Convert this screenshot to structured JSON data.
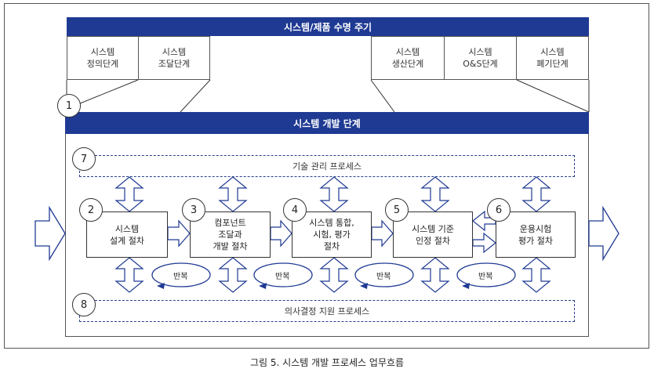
{
  "lifecycle_title": "시스템/제품 수명 주기",
  "lifecycle_left": [
    "시스템\n정의단계",
    "시스템\n조달단계"
  ],
  "lifecycle_right": [
    "시스템\n생산단계",
    "시스템\nO&S단계",
    "시스템\n폐기단계"
  ],
  "dev_title": "시스템 개발 단계",
  "step_numbers": [
    "1",
    "2",
    "3",
    "4",
    "5",
    "6",
    "7",
    "8"
  ],
  "tech_process": "기술 관리 프로세스",
  "decision_process": "의사결정 지원 프로세스",
  "procedures": [
    "시스템\n설계 절차",
    "컴포넌트\n조달과\n개발 절차",
    "시스템 통합,\n시험, 평가\n절차",
    "시스템 기준\n인정 절차",
    "운용시험\n평가 절차"
  ],
  "iteration_label": "반복",
  "caption": "그림 5. 시스템 개발 프로세스 업무흐름",
  "colors": {
    "bar": "#1f3a93",
    "dashed": "#27408b"
  }
}
